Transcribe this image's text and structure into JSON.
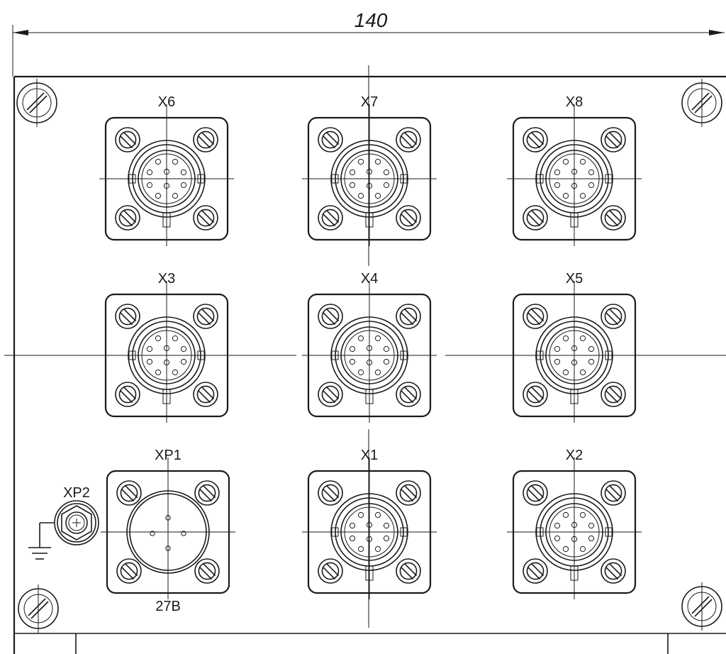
{
  "dimension": {
    "value": "140"
  },
  "connectors": [
    {
      "id": "x6",
      "label": "X6",
      "kind": "socket-10"
    },
    {
      "id": "x7",
      "label": "X7",
      "kind": "socket-10"
    },
    {
      "id": "x8",
      "label": "X8",
      "kind": "socket-10"
    },
    {
      "id": "x3",
      "label": "X3",
      "kind": "socket-10"
    },
    {
      "id": "x4",
      "label": "X4",
      "kind": "socket-10"
    },
    {
      "id": "x5",
      "label": "X5",
      "kind": "socket-10"
    },
    {
      "id": "xp1",
      "label": "XP1",
      "kind": "plug-4",
      "sublabel": "27B"
    },
    {
      "id": "x1",
      "label": "X1",
      "kind": "socket-10"
    },
    {
      "id": "x2",
      "label": "X2",
      "kind": "socket-10"
    }
  ],
  "ground_terminal": {
    "label": "XP2",
    "icon": "ground-icon"
  }
}
